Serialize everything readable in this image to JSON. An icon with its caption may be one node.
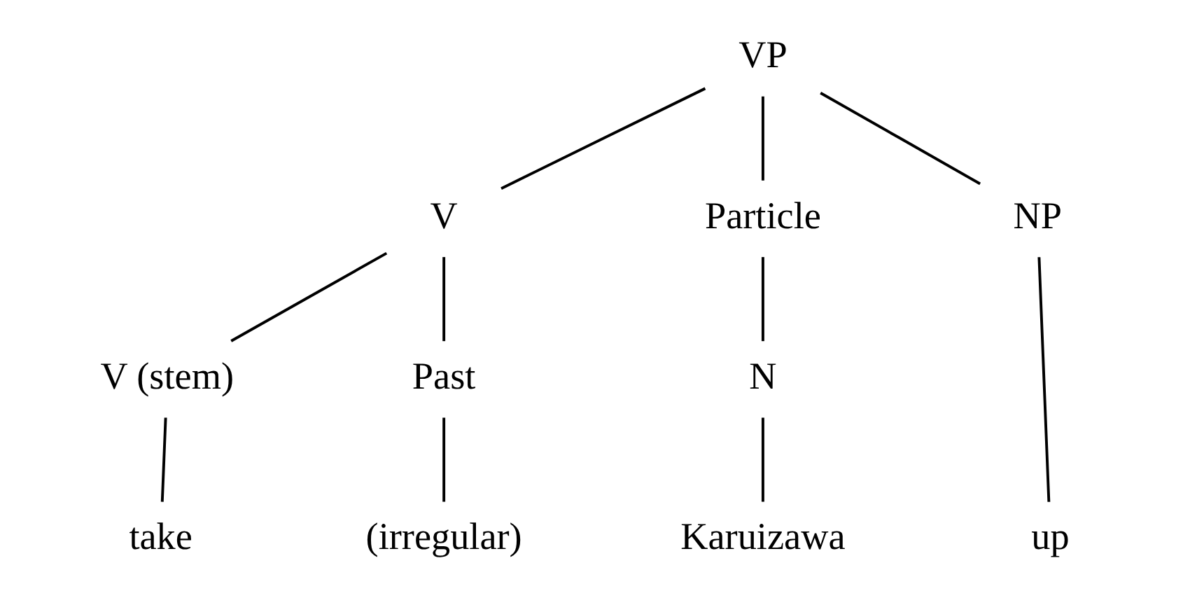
{
  "diagram": {
    "nodes": [
      {
        "text": [
          "VP"
        ]
      },
      {
        "text": [
          "V"
        ]
      },
      {
        "text": [
          "Particle"
        ]
      },
      {
        "text": [
          "NP"
        ]
      },
      {
        "text": [
          "V (stem)"
        ]
      },
      {
        "text": [
          "Past"
        ]
      },
      {
        "text": [
          "N"
        ]
      },
      {
        "text": [
          "take"
        ]
      },
      {
        "text": [
          "(irregular)"
        ]
      },
      {
        "text": [
          "Karuizawa"
        ]
      },
      {
        "text": [
          "up"
        ]
      }
    ],
    "edges": [
      {
        "from": 0,
        "to": 1,
        "arrow": "none"
      },
      {
        "from": 0,
        "to": 2,
        "arrow": "none"
      },
      {
        "from": 0,
        "to": 3,
        "arrow": "none"
      },
      {
        "from": 1,
        "to": 4,
        "arrow": "none"
      },
      {
        "from": 1,
        "to": 5,
        "arrow": "none"
      },
      {
        "from": 2,
        "to": 6,
        "arrow": "none"
      },
      {
        "from": 3,
        "to": 10,
        "arrow": "none"
      },
      {
        "from": 4,
        "to": 7,
        "arrow": "none"
      },
      {
        "from": 5,
        "to": 8,
        "arrow": "none"
      },
      {
        "from": 6,
        "to": 9,
        "arrow": "none"
      }
    ]
  }
}
